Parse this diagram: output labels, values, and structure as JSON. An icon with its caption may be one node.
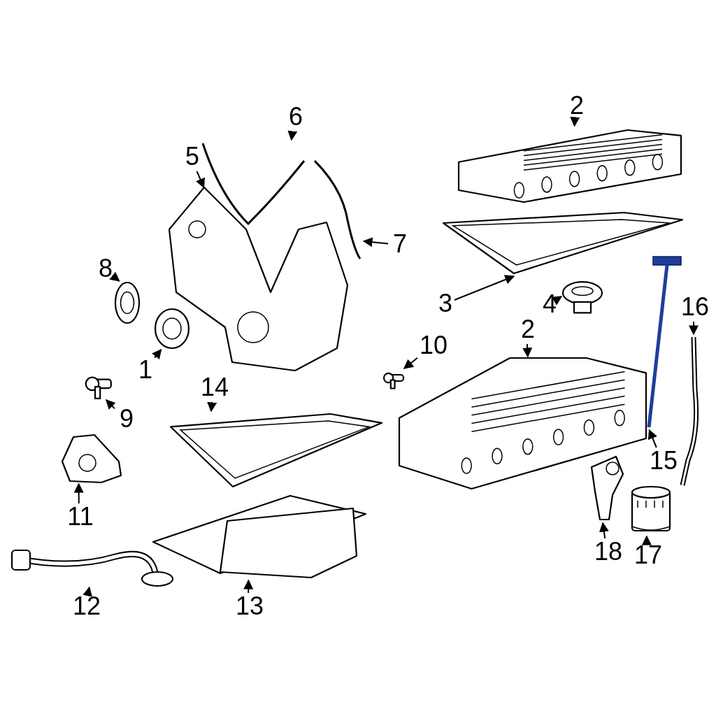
{
  "diagram": {
    "nodes": [
      {
        "text": [
          "2"
        ]
      },
      {
        "text": [],
        "shape": "picture"
      },
      {
        "text": [
          "5"
        ]
      },
      {
        "text": [],
        "shape": "picture"
      },
      {
        "text": [
          "6"
        ]
      },
      {
        "text": [],
        "shape": "picture"
      },
      {
        "text": [
          "7"
        ]
      },
      {
        "text": [],
        "shape": "picture"
      },
      {
        "text": [
          "8"
        ]
      },
      {
        "text": [],
        "shape": "picture"
      },
      {
        "text": [
          "3"
        ]
      },
      {
        "text": [],
        "shape": "picture"
      },
      {
        "text": [
          "4"
        ]
      },
      {
        "text": [],
        "shape": "picture"
      },
      {
        "text": [
          "16"
        ]
      },
      {
        "text": [],
        "shape": "picture"
      },
      {
        "text": [
          "1"
        ]
      },
      {
        "text": [],
        "shape": "picture"
      },
      {
        "text": [
          "10"
        ]
      },
      {
        "text": [],
        "shape": "picture"
      },
      {
        "text": [
          "2"
        ]
      },
      {
        "text": [],
        "shape": "picture"
      },
      {
        "text": [
          "9"
        ]
      },
      {
        "text": [],
        "shape": "picture"
      },
      {
        "text": [
          "14"
        ]
      },
      {
        "text": [],
        "shape": "picture"
      },
      {
        "text": [
          "15"
        ]
      },
      {
        "text": [],
        "shape": "picture"
      },
      {
        "text": [
          "11"
        ]
      },
      {
        "text": [],
        "shape": "picture"
      },
      {
        "text": [
          "18"
        ]
      },
      {
        "text": [],
        "shape": "picture"
      },
      {
        "text": [
          "17"
        ]
      },
      {
        "text": [],
        "shape": "picture"
      },
      {
        "text": [
          "12"
        ]
      },
      {
        "text": [],
        "shape": "picture"
      },
      {
        "text": [
          "13"
        ]
      },
      {
        "text": [],
        "shape": "picture"
      }
    ],
    "edges": [
      {
        "from": 0,
        "to": 1,
        "arrow": "to"
      },
      {
        "from": 2,
        "to": 3,
        "arrow": "to"
      },
      {
        "from": 4,
        "to": 5,
        "arrow": "to"
      },
      {
        "from": 6,
        "to": 7,
        "arrow": "to"
      },
      {
        "from": 8,
        "to": 9,
        "arrow": "to"
      },
      {
        "from": 10,
        "to": 11,
        "arrow": "to"
      },
      {
        "from": 12,
        "to": 13,
        "arrow": "to"
      },
      {
        "from": 14,
        "to": 15,
        "arrow": "to"
      },
      {
        "from": 16,
        "to": 17,
        "arrow": "to"
      },
      {
        "from": 18,
        "to": 19,
        "arrow": "to"
      },
      {
        "from": 20,
        "to": 21,
        "arrow": "to"
      },
      {
        "from": 22,
        "to": 23,
        "arrow": "to"
      },
      {
        "from": 24,
        "to": 25,
        "arrow": "to"
      },
      {
        "from": 26,
        "to": 27,
        "arrow": "to"
      },
      {
        "from": 28,
        "to": 29,
        "arrow": "to"
      },
      {
        "from": 30,
        "to": 31,
        "arrow": "to"
      },
      {
        "from": 32,
        "to": 33,
        "arrow": "to"
      },
      {
        "from": 34,
        "to": 35,
        "arrow": "to"
      },
      {
        "from": 36,
        "to": 37,
        "arrow": "to"
      }
    ]
  }
}
